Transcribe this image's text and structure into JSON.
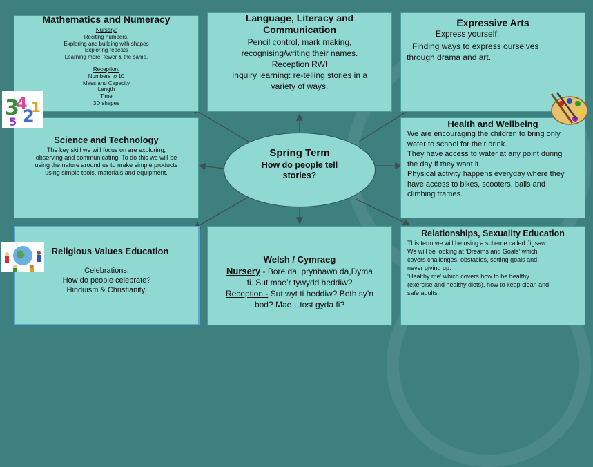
{
  "center": {
    "title": "Spring Term",
    "subtitle": "How do people tell stories?"
  },
  "math": {
    "title": "Mathematics and Numeracy",
    "nursery_heading": "Nursery:",
    "nursery_items": [
      "Reciting numbers.",
      "Exploring and building with shapes",
      "Exploring repeats",
      "Learning more, fewer & the same."
    ],
    "reception_heading": "Reception:",
    "reception_items": [
      "Numbers to 10",
      "Mass and Capacity",
      "Length",
      "Time",
      "3D shapes"
    ]
  },
  "language": {
    "title_line1": "Language, Literacy and",
    "title_line2": "Communication",
    "lines": [
      "Pencil control, mark making,",
      "recognising/writing their names.",
      "Reception RWI",
      "Inquiry learning: re-telling stories in a",
      "variety of ways."
    ]
  },
  "arts": {
    "title": "Expressive Arts",
    "line1": "Express yourself!",
    "line2": "Finding ways to express ourselves",
    "line3": "through drama and art."
  },
  "science": {
    "title": "Science and Technology",
    "lines": [
      "The key skill we will focus on are exploring,",
      "observing and communicating. To do this we will be",
      "using the nature around us to make simple products",
      "using simple tools, materials and equipment."
    ]
  },
  "health": {
    "title": "Health and Wellbeing",
    "lines": [
      "We are encouraging the children to bring only",
      "water to school for their drink.",
      "They have access to water at any point during",
      "the day if they want it.",
      "Physical activity happens everyday where they",
      "have access to bikes, scooters, balls and",
      "climbing frames."
    ]
  },
  "religious": {
    "title": "Religious Values Education",
    "lines": [
      "Celebrations.",
      "How do people celebrate?",
      "Hinduism & Christianity."
    ]
  },
  "welsh": {
    "title": "Welsh / Cymraeg",
    "nursery_label": "Nursery",
    "nursery_text_a": " - Bore da, prynhawn da,Dyma",
    "nursery_text_b": "fi. Sut mae’r tywydd heddiw?",
    "reception_label": "Reception -",
    "reception_text_a": " Sut wyt ti heddiw? Beth sy’n",
    "reception_text_b": "bod? Mae…tost gyda fi?"
  },
  "rse": {
    "title": "Relationships, Sexuality Education",
    "lines": [
      "This term we will be using a scheme called Jigsaw.",
      "We will be looking at ‘Dreams and Goals’ which",
      "covers challenges, obstacles, setting goals and",
      "never giving up.",
      " ‘Healthy me’ which covers how to be healthy",
      "(exercise and healthy diets), how to keep clean and",
      "safe adults."
    ]
  },
  "colors": {
    "background": "#3e7f80",
    "panel": "#8fd9d2",
    "arrow": "#3f4f50"
  }
}
